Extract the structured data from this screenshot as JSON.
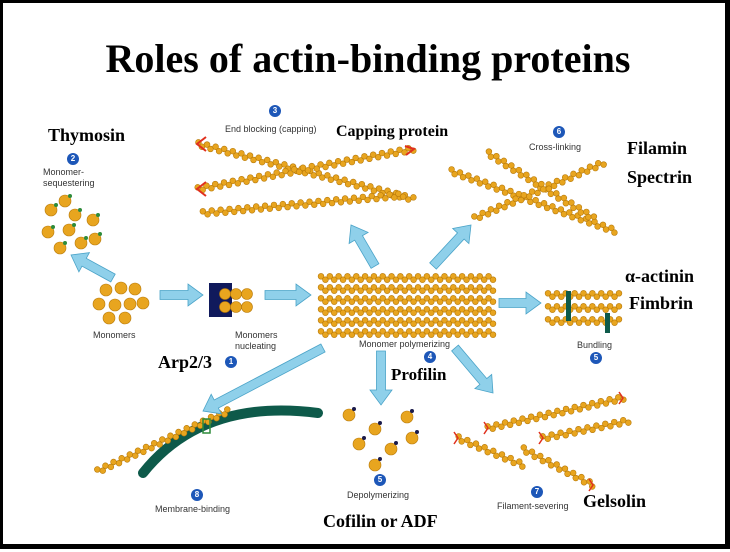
{
  "title": "Roles of actin-binding proteins",
  "proteins": {
    "thymosin": "Thymosin",
    "capping": "Capping protein",
    "filamin": "Filamin",
    "spectrin": "Spectrin",
    "actinin": "α-actinin",
    "fimbrin": "Fimbrin",
    "arp": "Arp2/3",
    "profilin": "Profilin",
    "cofilin": "Cofilin or ADF",
    "gelsolin": "Gelsolin"
  },
  "steps": {
    "monomers": "Monomers",
    "sequestering": {
      "number": "2",
      "line1": "Monomer-",
      "line2": "sequestering"
    },
    "capping": {
      "number": "3",
      "label": "End blocking (capping)"
    },
    "crosslinking": {
      "number": "6",
      "label": "Cross-linking"
    },
    "nucleating": {
      "number": "1",
      "line1": "Monomers",
      "line2": "nucleating"
    },
    "polymerizing": {
      "number": "4",
      "label": "Monomer polymerizing"
    },
    "bundling": {
      "number": "5",
      "label": "Bundling"
    },
    "membrane": {
      "number": "8",
      "label": "Membrane-binding"
    },
    "depolymerizing": {
      "number": "5",
      "label": "Depolymerizing"
    },
    "severing": {
      "number": "7",
      "label": "Filament-severing"
    }
  },
  "colors": {
    "actin": "#e8a51f",
    "actin_edge": "#b87a0a",
    "arrow": "#8fd0ea",
    "arrow_edge": "#4aa3c8",
    "membrane": "#0e5a4a",
    "badge": "#1d57b8",
    "capper": "#e0301e",
    "nucleator": "#101a5c"
  }
}
